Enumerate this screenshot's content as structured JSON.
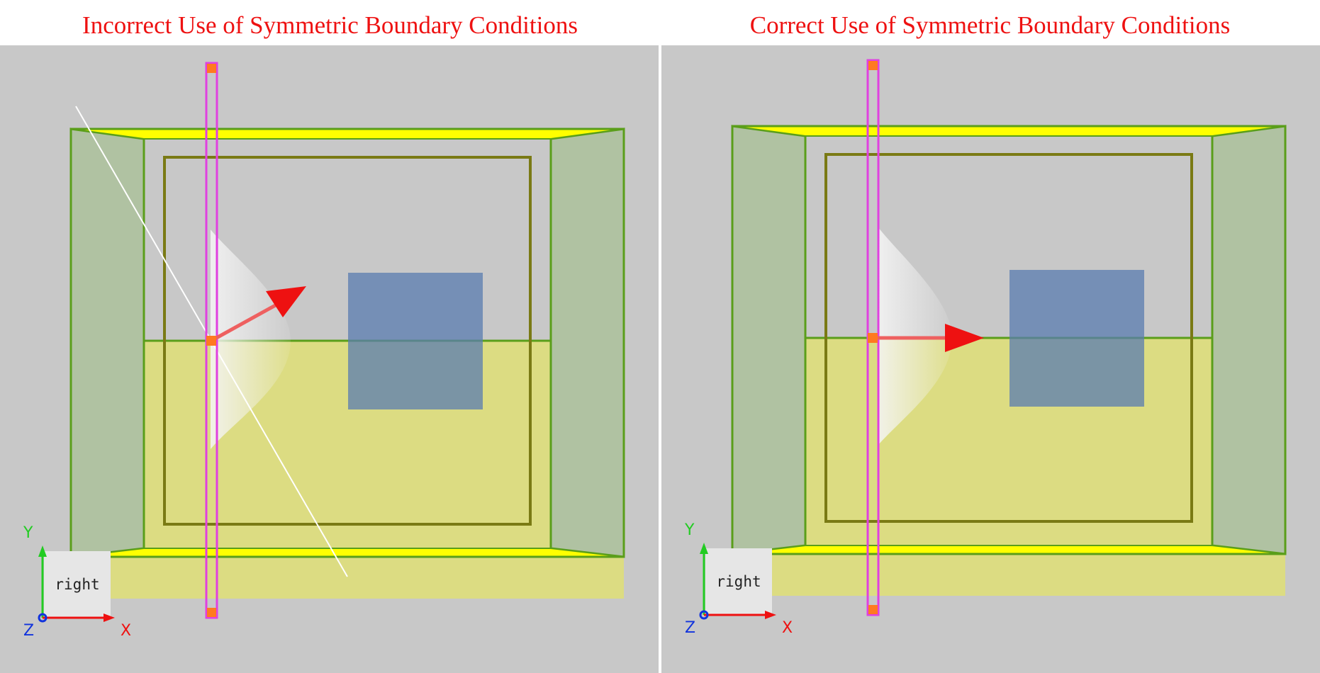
{
  "titles": {
    "left": "Incorrect Use of Symmetric Boundary Conditions",
    "right": "Correct Use of Symmetric Boundary Conditions"
  },
  "axes": {
    "view_label": "right",
    "y": "Y",
    "x": "X",
    "z": "Z"
  },
  "colors": {
    "title": "#ee1111",
    "background": "#c8c8c8",
    "pml_fill": "#b0c2a2",
    "edge_green": "#5a9e1a",
    "yellow_band": "#ffff00",
    "lower_region": "#dcdc82",
    "inner_frame": "#7a7a14",
    "blue_box": "#7090b4",
    "source_line": "#e040e0",
    "source_point": "#ff7a20",
    "arrow": "#ee1111"
  },
  "panels": [
    {
      "id": "incorrect",
      "direction_arrow": "angled",
      "symmetry_line": "visible"
    },
    {
      "id": "correct",
      "direction_arrow": "horizontal",
      "symmetry_line": "hidden"
    }
  ]
}
